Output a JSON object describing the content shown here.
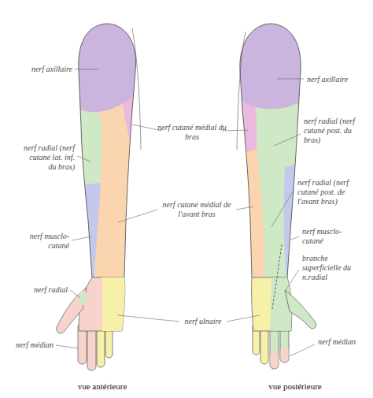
{
  "diagram": {
    "labels": [
      "nerf axillaire",
      "nerf cutané médial du bras",
      "nerf radial (nerf cutané lat. inf. du bras)",
      "nerf cutané médial de l'avant bras",
      "nerf musclo-cutané",
      "nerf radial",
      "nerf médian",
      "nerf ulnaire",
      "vue antérieure",
      "nerf axillaire",
      "nerf radial (nerf cutané post. du bras)",
      "nerf radial (nerf cutané post. de l'avant bras)",
      "nerf musclo-cutané",
      "branche superficielle du n.radial",
      "nerf médian",
      "vue postérieure"
    ]
  }
}
